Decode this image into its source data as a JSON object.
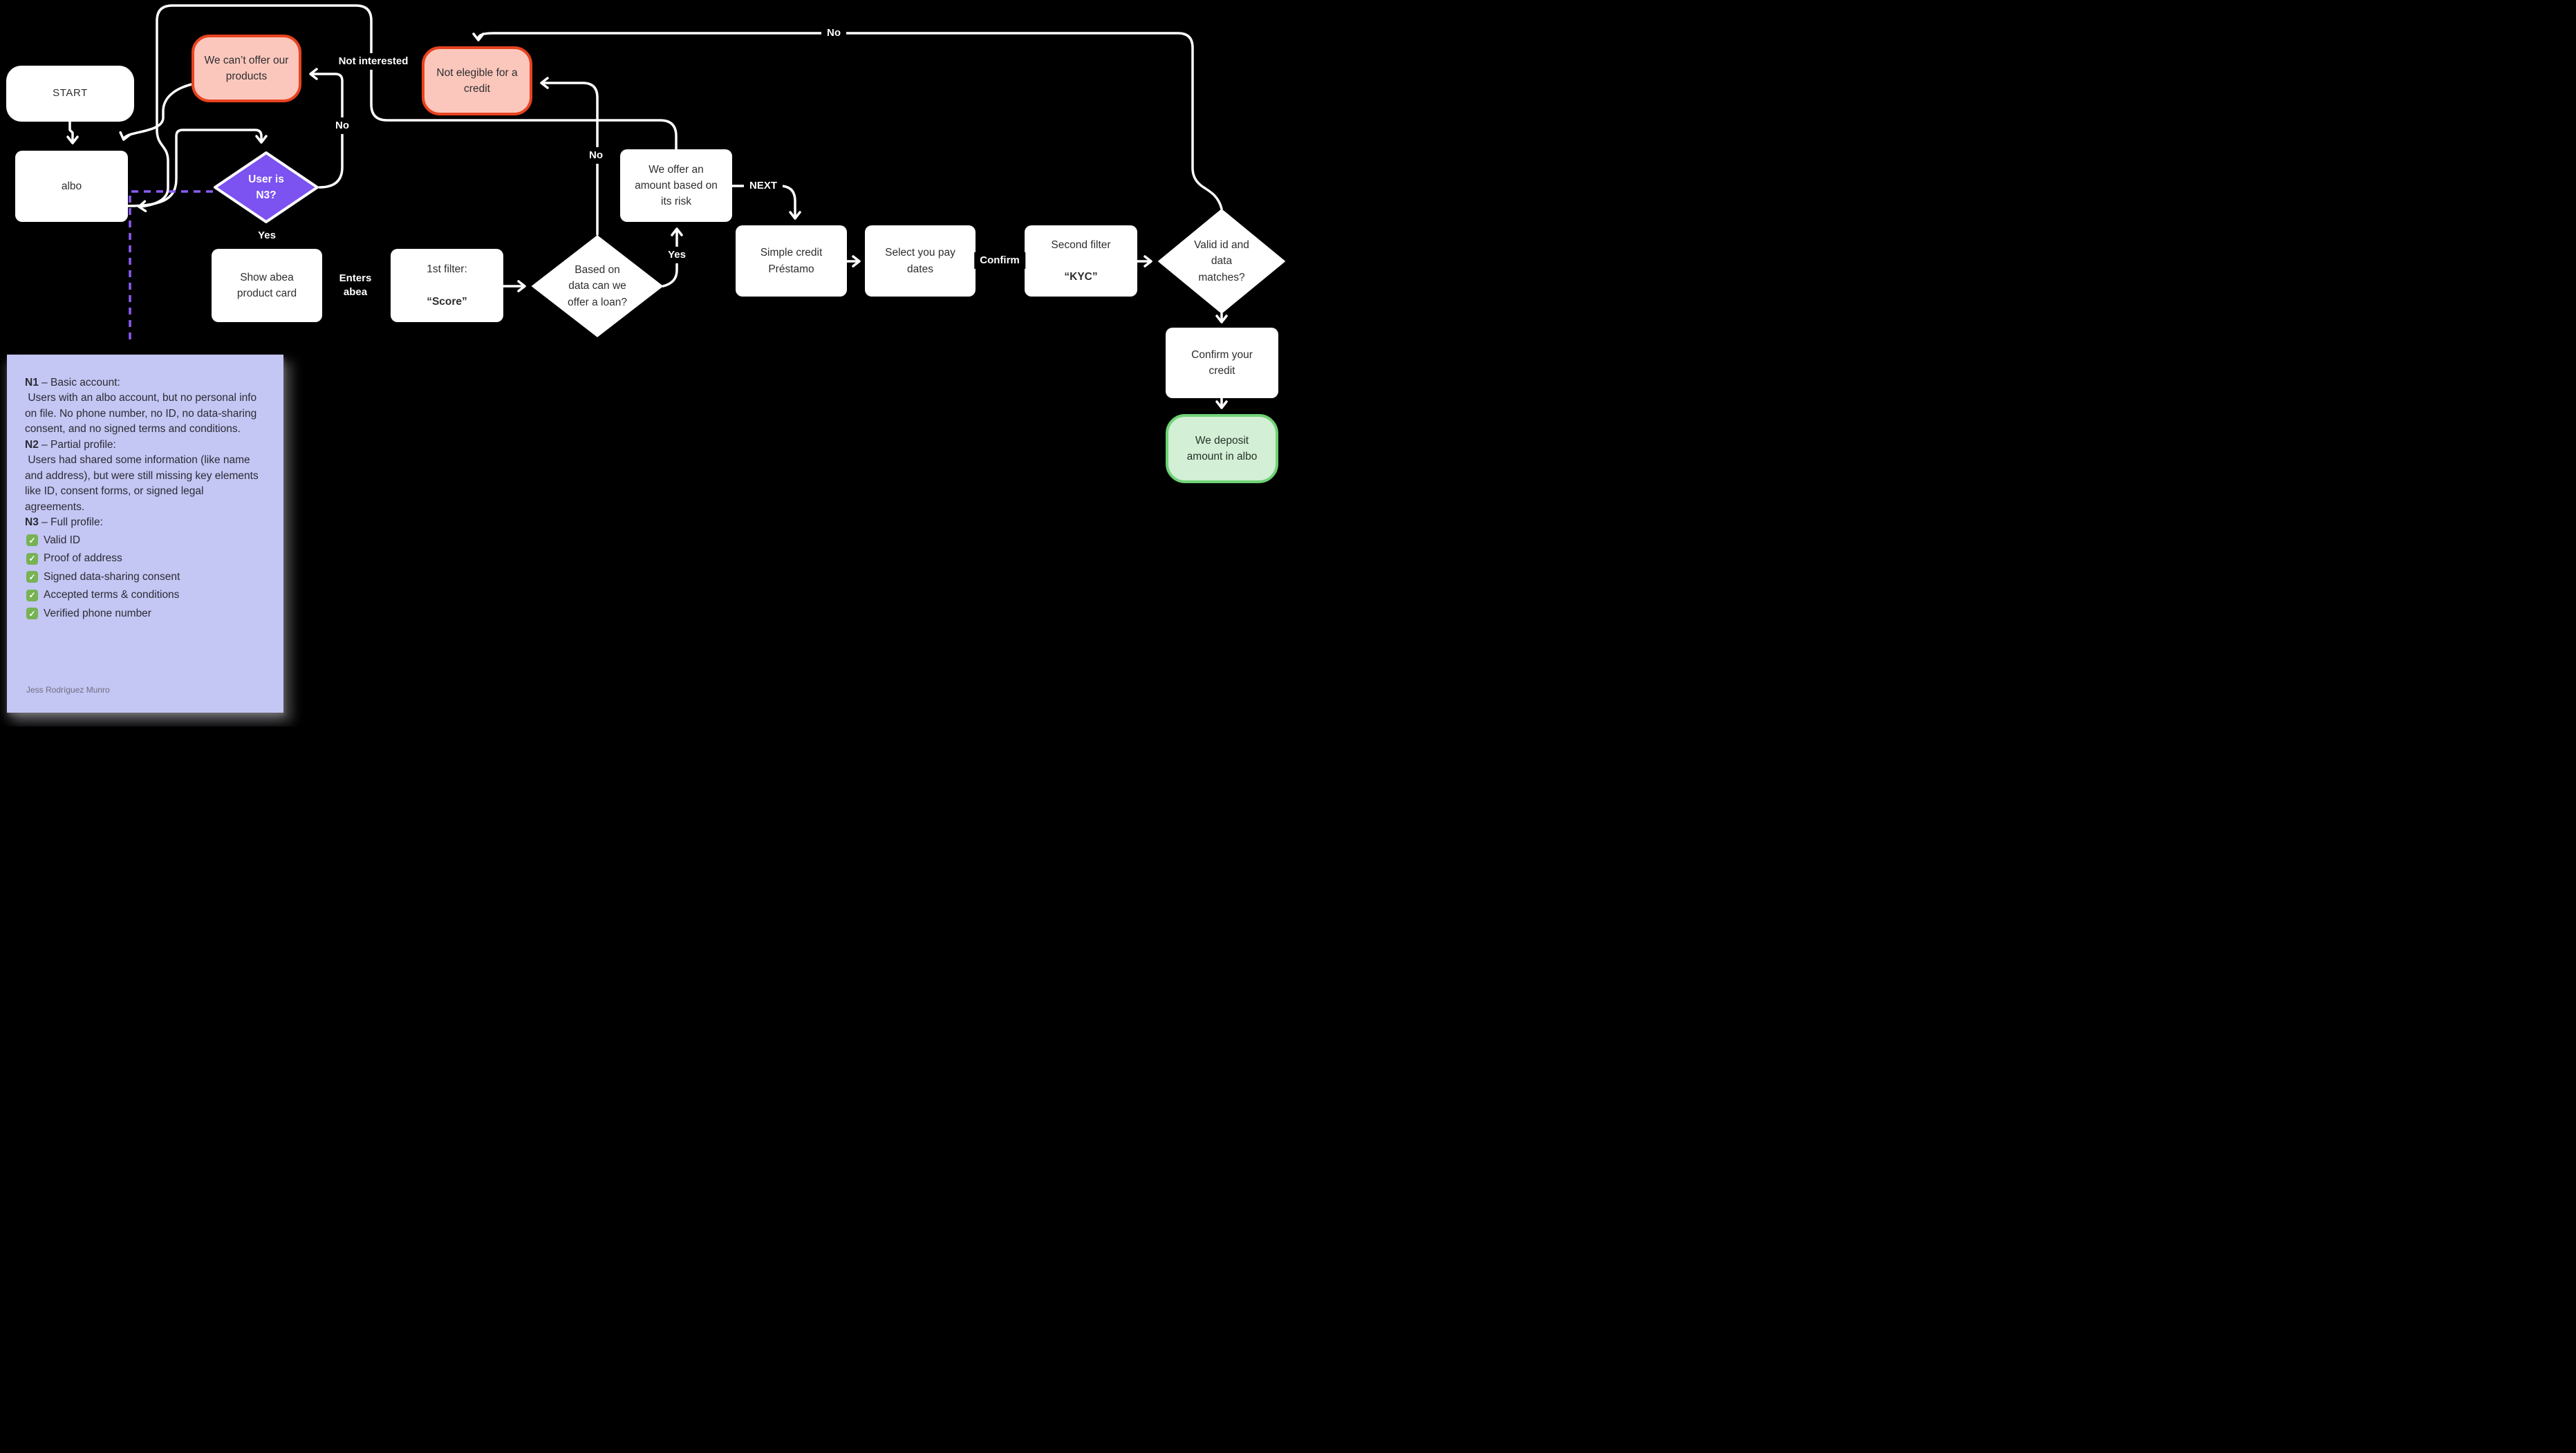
{
  "colors": {
    "background": "#000000",
    "node_fill": "#ffffff",
    "node_text": "#2e2e2e",
    "salmon_fill": "#fbc7bd",
    "salmon_border": "#e8431f",
    "purple_fill": "#7c52f0",
    "green_fill": "#d3efd6",
    "green_border": "#6fd275",
    "legend_fill": "#c4c6f3",
    "connector": "#ffffff",
    "dashed_connector": "#8b5cf6",
    "check_green": "#77b255"
  },
  "nodes": {
    "start": {
      "label": "START"
    },
    "albo": {
      "label": "albo"
    },
    "cant_offer": {
      "label": "We can’t offer our\nproducts"
    },
    "user_n3": {
      "label": "User is\nN3?"
    },
    "not_eligible": {
      "label": "Not elegible for a\ncredit"
    },
    "offer_amount": {
      "label": "We offer an\namount based on\nits risk"
    },
    "show_product": {
      "label": "Show abea\nproduct card"
    },
    "first_filter": {
      "line1": "1st filter:",
      "line2": "“Score”"
    },
    "loan_decision": {
      "label": "Based on\ndata can we\noffer a loan?"
    },
    "simple_credit": {
      "label": "Simple credit\nPréstamo"
    },
    "pay_dates": {
      "label": "Select you pay\ndates"
    },
    "second_filter": {
      "line1": "Second filter",
      "line2": "“KYC”"
    },
    "valid_id": {
      "label": "Valid id and\ndata\nmatches?"
    },
    "confirm_credit": {
      "label": "Confirm your\ncredit"
    },
    "deposit": {
      "label": "We deposit\namount in albo"
    }
  },
  "edge_labels": {
    "not_interested": "Not interested",
    "n3_no": "No",
    "n3_yes": "Yes",
    "enters_abea": "Enters\nabea",
    "loan_no": "No",
    "loan_yes": "Yes",
    "next": "NEXT",
    "confirm": "Confirm",
    "valid_no": "No"
  },
  "legend": {
    "n1": {
      "label": "N1",
      "heading": " – Basic account:",
      "body": " Users with an albo account, but no personal info on file. No phone number, no ID, no data-sharing consent, and no signed terms and conditions."
    },
    "n2": {
      "label": "N2",
      "heading": " – Partial profile:",
      "body": " Users had shared some information (like name and address), but were still missing key elements like ID, consent forms, or signed legal agreements."
    },
    "n3": {
      "label": "N3",
      "heading": " – Full profile:",
      "checklist": [
        "Valid ID",
        "Proof of address",
        "Signed data-sharing consent",
        "Accepted terms & conditions",
        "Verified phone number"
      ]
    },
    "attribution": "Jess Rodríguez Munro"
  }
}
